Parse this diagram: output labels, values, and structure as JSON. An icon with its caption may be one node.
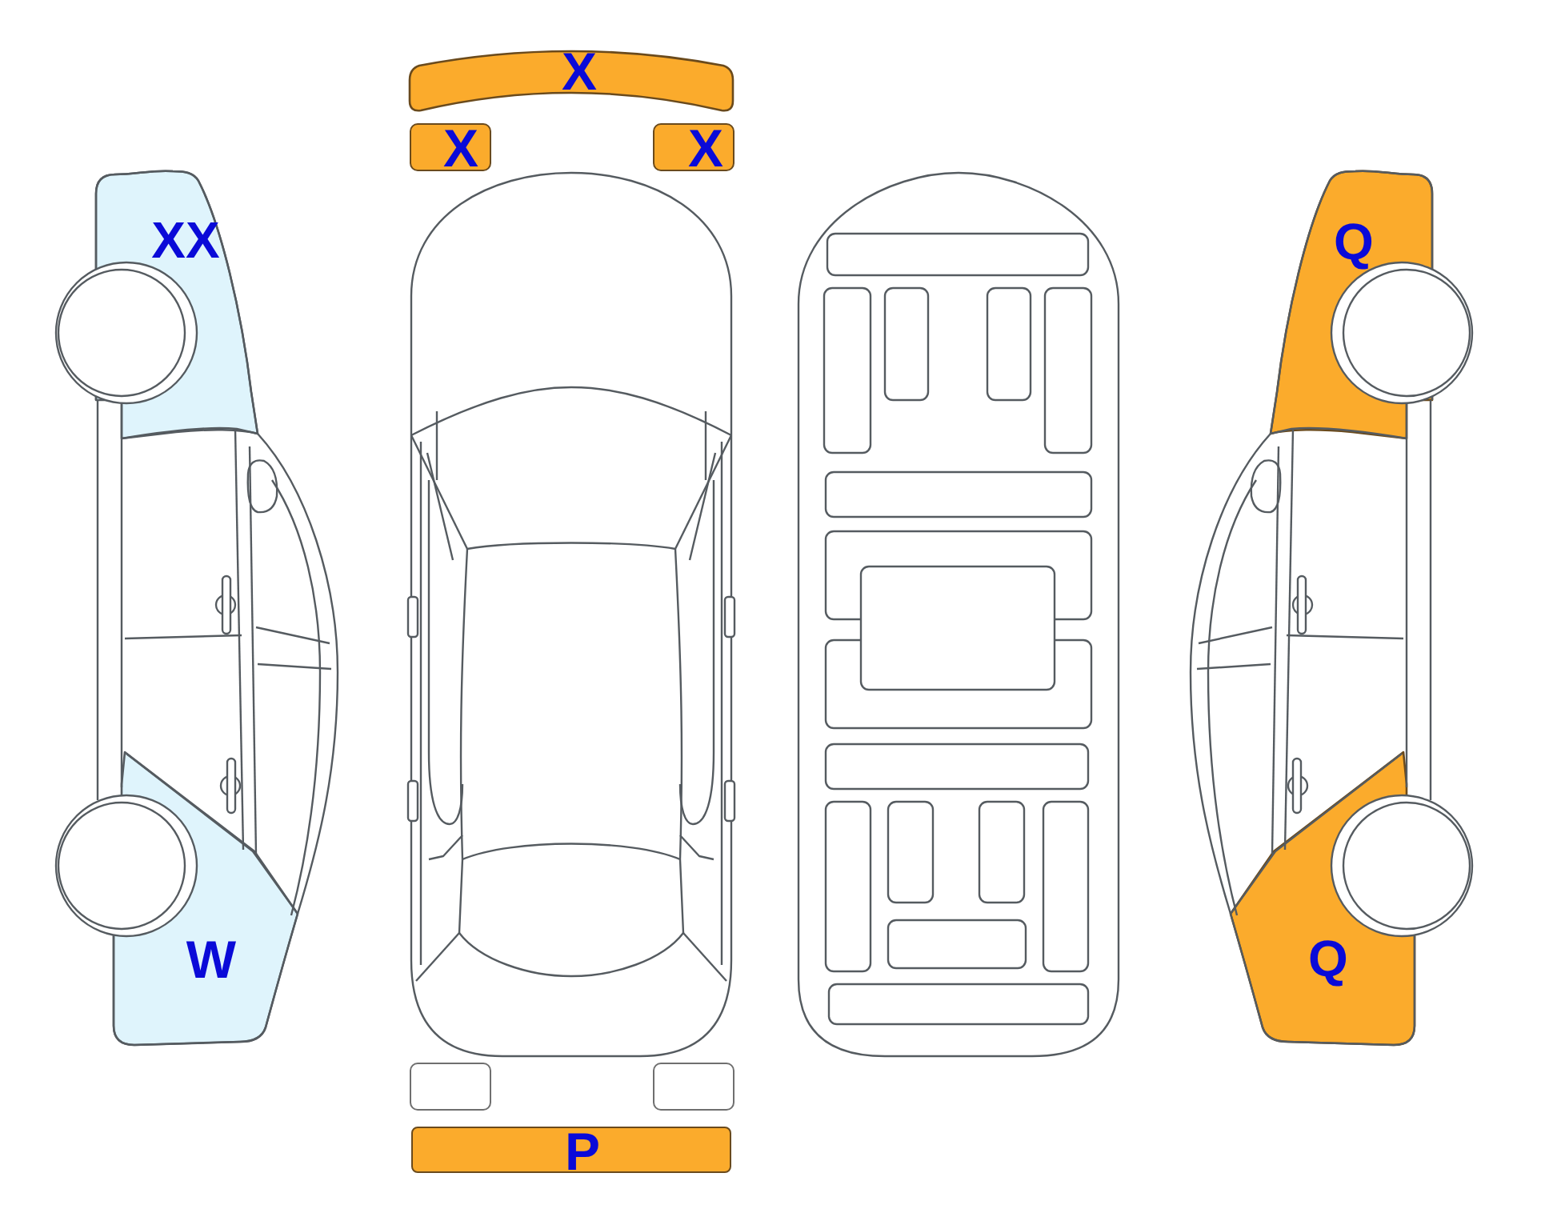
{
  "diagram": {
    "nodes": [
      {
        "text": [
          "X"
        ]
      },
      {
        "text": [
          "X"
        ]
      },
      {
        "text": [
          "X"
        ]
      },
      {
        "text": [
          "XX"
        ]
      },
      {
        "text": [
          "Q"
        ]
      },
      {
        "text": [
          "W"
        ]
      },
      {
        "text": [
          "Q"
        ]
      },
      {
        "text": [],
        "shape": "box"
      },
      {
        "text": [],
        "shape": "box"
      },
      {
        "text": [
          "P"
        ]
      }
    ]
  }
}
